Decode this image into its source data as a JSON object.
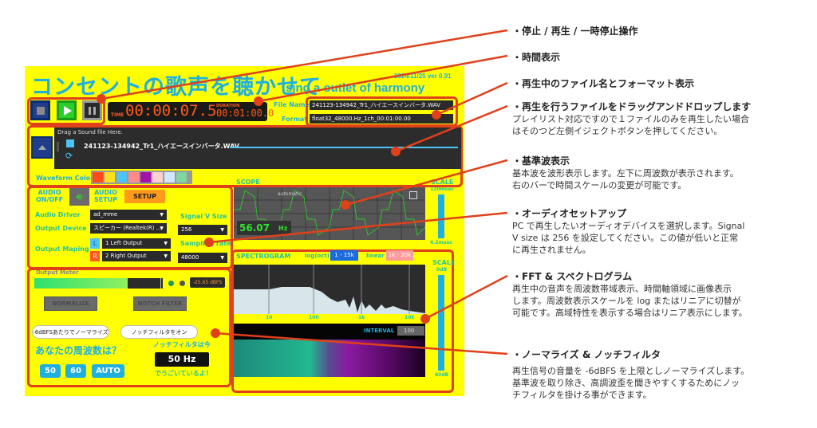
{
  "app": {
    "title_jp": "コンセントの歌声を聴かせて",
    "title_en": "sing a outlet of harmony",
    "version": "2024/11/25 ver 0.91"
  },
  "transport": {
    "stop_icon": "stop-icon",
    "play_icon": "play-icon",
    "pause_icon": "pause-icon"
  },
  "timer": {
    "time_label": "TIME",
    "time_value": "00:00:07.5",
    "duration_label": "DURATION",
    "duration_value": "00:01:00.0"
  },
  "file_info": {
    "file_name_label": "File Name",
    "file_name_value": "241123-134942_Tr1_ハイエースインバータ.WAV",
    "format_label": "Format",
    "format_value": "float32_48000.Hz_1ch_00:01:00.00"
  },
  "playlist": {
    "hint": "Drag a Sound file Here.",
    "item": "241123-134942_Tr1_ハイエースインバータ.WAV",
    "eject_icon": "eject-icon",
    "loop_icon": "loop-icon"
  },
  "waveform_color": {
    "label": "Waveform Color",
    "swatches": [
      "#ff4a1a",
      "#ffe01a",
      "#4cc4f5",
      "#ff8a8a",
      "#a012a8",
      "#ffd0d0",
      "#cfe8ff",
      "#7fd6a0"
    ]
  },
  "audio_setup": {
    "audio_onoff_label": "AUDIO ON/OFF",
    "audio_setup_label": "AUDIO SETUP",
    "setup_button": "SETUP",
    "audio_driver_label": "Audio Driver",
    "audio_driver_value": "ad_mme",
    "output_device_label": "Output Device",
    "output_device_value": "スピーカー (Realtek(R) ...",
    "output_mapping_label": "Output Maping",
    "left_tag": "L",
    "left_value": "1 Left Output",
    "right_tag": "R",
    "right_value": "2 Right Output",
    "signal_v_size_label": "Signal V Size",
    "signal_v_size_value": "256",
    "sampling_rate_label": "Sampling rate",
    "sampling_rate_value": "48000"
  },
  "scope": {
    "label": "SCOPE",
    "frequency": "56.07",
    "frequency_unit": "Hz",
    "mode": "automatic",
    "scale_label": "SCALE",
    "scale_max": "120msec",
    "scale_min": "4.2msec"
  },
  "spectrogram": {
    "label": "SPECTROGRAM",
    "log_label": "log(oct)",
    "log_range": "1 - 15k",
    "linear_label": "linear",
    "linear_range": "1k - 20k",
    "x_ticks": [
      "10",
      "100",
      "1k",
      "10k"
    ],
    "interval_label": "INTERVAL",
    "interval_value": "100",
    "scale_label": "SCALE",
    "scale_max": "0dB",
    "scale_min": "60dB"
  },
  "output_meter": {
    "label": "Output Meter",
    "level": "-25.65 dBFS",
    "normalize_button": "NORMALIZE",
    "notch_button": "NOTCH FILTER",
    "normalize_tip": "-6dBFSあたりでノーマライズ",
    "notch_tip": "ノッチフィルタをオン",
    "freq_question": "あなたの周波数は？",
    "freq_buttons": [
      "50",
      "60",
      "AUTO"
    ],
    "notch_now_label": "ノッチフィルタは今",
    "notch_now_value": "50 Hz",
    "notch_now_suffix": "でうごいているよ！"
  },
  "annotations": [
    {
      "head": "・停止 / 再生 / 一時停止操作",
      "body": []
    },
    {
      "head": "・時間表示",
      "body": []
    },
    {
      "head": "・再生中のファイル名とフォーマット表示",
      "body": []
    },
    {
      "head": "・再生を行うファイルをドラッグアンドドロップします",
      "body": [
        "プレイリスト対応ですので１ファイルのみを再生したい場合",
        "はそのつど左側イジェクトボタンを押してください。"
      ]
    },
    {
      "head": "・基準波表示",
      "body": [
        "基本波を波形表示します。左下に周波数が表示されます。",
        "右のバーで時間スケールの変更が可能です。"
      ]
    },
    {
      "head": "・オーディオセットアップ",
      "body": [
        "PC で再生したいオーディオデバイスを選択します。Signal",
        "V size は 256 を設定してください。この値が低いと正常",
        "に再生されません。"
      ]
    },
    {
      "head": "・FFT & スペクトログラム",
      "body": [
        "再生中の音声を周波数帯域表示、時間軸領域に画像表示",
        "します。周波数表示スケールを log またはリニアに切替が",
        "可能です。高域特性を表示する場合はリニア表示にします。"
      ]
    },
    {
      "head": "・ノーマライズ & ノッチフィルタ",
      "body": [
        "再生信号の音量を -6dBFS を上限としノーマライズします。",
        "基準波を取り除き、高調波歪を聞きやすくするためにノッ",
        "チフィルタを掛ける事ができます。"
      ]
    }
  ]
}
